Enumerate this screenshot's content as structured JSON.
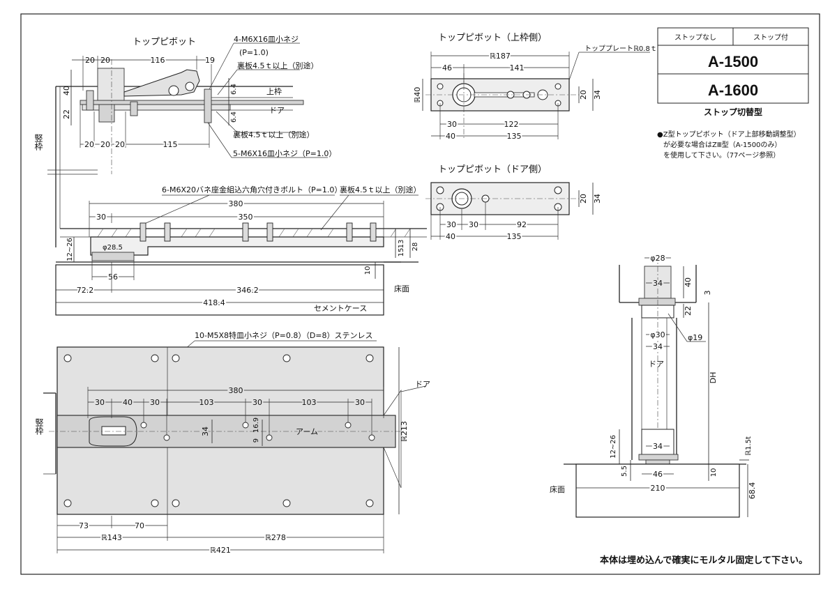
{
  "model_box": {
    "header_left": "ストップなし",
    "header_right": "ストップ付",
    "model_a": "A-1500",
    "model_b": "A-1600",
    "caption": "ストップ切替型"
  },
  "z_note": [
    "●Z型トップピボット（ドア上部移動調整型）",
    "が必要な場合はZⅢ型（A-1500のみ）",
    "を使用して下さい。（77ページ参照）"
  ],
  "footer_note": "本体は埋め込んで確実にモルタル固定して下さい。",
  "top_pivot": {
    "title": "トップピボット",
    "callout_screw_top": "4-M6X16皿小ネジ",
    "callout_pitch_top": "(P=1.0)",
    "callout_backplate_top": "裏板4.5ｔ以上（別途）",
    "label_upper_frame": "上枠",
    "label_door": "ドア",
    "callout_backplate_bottom": "裏板4.5ｔ以上（別途）",
    "callout_screw_bottom": "5-M6X16皿小ネジ（P=1.0）",
    "label_jamb": "竪枠",
    "dims": {
      "d20a": "20",
      "d20b": "20",
      "d116": "116",
      "d19": "19",
      "d40": "40",
      "d22": "22",
      "d6_4a": "6.4",
      "d6_4b": "6.4",
      "d20c": "20",
      "d20d": "20",
      "d20e": "20",
      "d115": "115"
    }
  },
  "frame_pivot": {
    "title": "トップピボット（上枠側）",
    "callout_plate": "トッププレートℝ0.8ｔ",
    "dims": {
      "r187": "ℝ187",
      "d46": "46",
      "d141": "141",
      "r40": "ℝ40",
      "d20": "20",
      "d34": "34",
      "d30": "30",
      "d122": "122",
      "d40b": "40",
      "d135": "135"
    }
  },
  "door_pivot": {
    "title": "トップピボット（ドア側）",
    "dims": {
      "d20": "20",
      "d34": "34",
      "d30a": "30",
      "d30b": "30",
      "d92": "92",
      "d40": "40",
      "d135": "135"
    }
  },
  "side_view": {
    "callout_bolt": "6-M6X20バネ座金組込六角穴付きボルト（P=1.0）",
    "callout_backplate": "裏板4.5ｔ以上（別途）",
    "label_floor": "床面",
    "label_case": "セメントケース",
    "dims": {
      "d380": "380",
      "d30": "30",
      "d350": "350",
      "d12_26": "12~26",
      "phi28_5": "φ28.5",
      "d13": "13",
      "d15": "15",
      "d28": "28",
      "d10": "10",
      "d56": "56",
      "d72_2": "72.2",
      "d346_2": "346.2",
      "d418_4": "418.4"
    }
  },
  "plan_view": {
    "callout_screw": "10-M5X8特皿小ネジ（P=0.8）（D=8）ステンレス",
    "label_door": "ドア",
    "label_arm": "アーム",
    "label_jamb": "竪枠",
    "dims": {
      "d380": "380",
      "d30a": "30",
      "d40": "40",
      "d30b": "30",
      "d103a": "103",
      "d30c": "30",
      "d103b": "103",
      "d30d": "30",
      "d34": "34",
      "d9": "9",
      "d16_9": "16.9",
      "r213": "ℝ213",
      "d73": "73",
      "d70": "70",
      "r143": "ℝ143",
      "r278": "ℝ278",
      "r421": "ℝ421"
    }
  },
  "front_view": {
    "label_door": "ドア",
    "label_floor": "床面",
    "dims": {
      "phi28": "φ28",
      "d34a": "34",
      "d40": "40",
      "d3": "3",
      "d22": "22",
      "phi30": "φ30",
      "d34b": "34",
      "phi19": "φ19",
      "dh": "DH",
      "d34c": "34",
      "d12_26": "12~26",
      "r1_5t": "ℝ1.5t",
      "d5_5": "5.5",
      "d46": "46",
      "d10": "10",
      "d210": "210",
      "d68_4": "68.4"
    }
  }
}
